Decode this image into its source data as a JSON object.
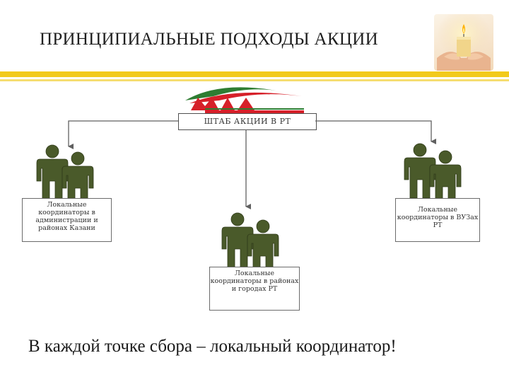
{
  "title": "ПРИНЦИПИАЛЬНЫЕ ПОДХОДЫ АКЦИИ",
  "headquarters": "ШТАБ АКЦИИ В РТ",
  "coordinators": {
    "left": "Локальные координаторы в администрации и районах Казани",
    "right": "Локальные координаторы в ВУЗах РТ",
    "middle": "Локальные координаторы в районах и городах РТ"
  },
  "footer": "В каждой точке сбора – локальный координатор!",
  "colors": {
    "figure": "#4a5a2a",
    "band": "#f2ca1b",
    "logo_red": "#d62029",
    "logo_green": "#2e7d32"
  },
  "icons": [
    "people-icon",
    "candle-hands-photo",
    "logo"
  ]
}
